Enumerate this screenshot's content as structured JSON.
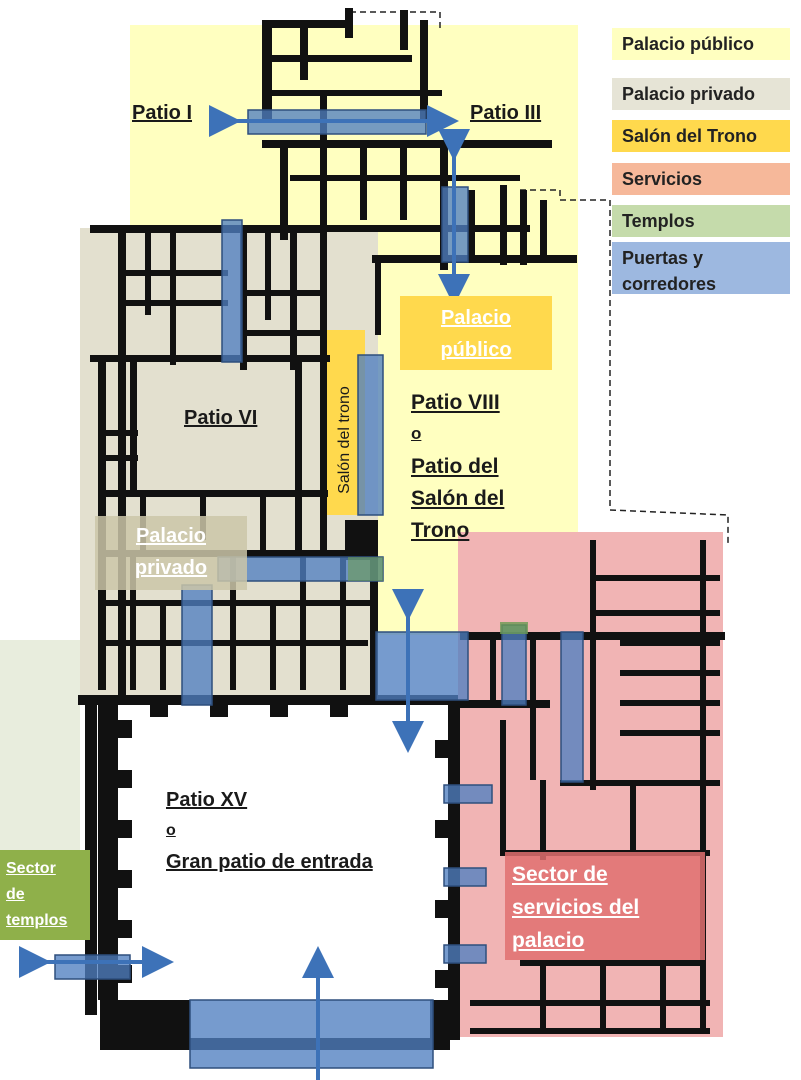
{
  "legend": {
    "items": [
      {
        "label": "Palacio público",
        "color": "#ffffc0"
      },
      {
        "label": "Palacio privado",
        "color": "#e6e4d6"
      },
      {
        "label": "Salón del Trono",
        "color": "#ffd94d"
      },
      {
        "label": "Servicios",
        "color": "#f6b89a"
      },
      {
        "label": "Templos",
        "color": "#c5dbab"
      },
      {
        "label": "Puertas y corredores",
        "color": "#9db8e0"
      }
    ]
  },
  "courtyards": {
    "patio_1": "Patio  I",
    "patio_3": "Patio III",
    "patio_6": "Patio VI",
    "patio_8": "Patio VIII",
    "patio_8_or": "o",
    "patio_8_alt_line1": "Patio del",
    "patio_8_alt_line2": "Salón del",
    "patio_8_alt_line3": "Trono",
    "patio_15": "Patio XV",
    "patio_15_or": "o",
    "patio_15_alt": "Gran patio de entrada"
  },
  "zones": {
    "public_line1": "Palacio",
    "public_line2": "público",
    "private_line1": "Palacio",
    "private_line2": "privado",
    "throne_room": "Salón  del  trono",
    "temples_line1": "Sector",
    "temples_line2": "de",
    "temples_line3": "templos",
    "services_line1": "Sector de",
    "services_line2": "servicios del",
    "services_line3": "palacio"
  },
  "colors": {
    "public": "#ffffc0",
    "private": "#e6e4d6",
    "throne": "#ffd94d",
    "services": "#f0a9a9",
    "temples": "#8fb04a",
    "corridors": "#4f7fc0",
    "walls": "#111111",
    "arrows": "#3d72b8"
  }
}
